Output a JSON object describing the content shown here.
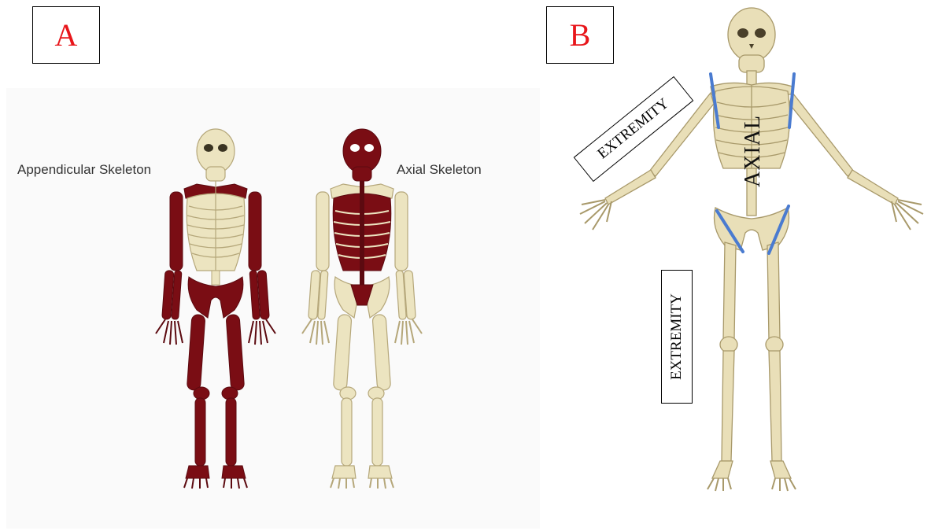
{
  "panels": {
    "a": {
      "label": "A"
    },
    "b": {
      "label": "B"
    }
  },
  "captions": {
    "appendicular": "Appendicular Skeleton",
    "axial": "Axial Skeleton"
  },
  "annotations": {
    "extremity_upper": "EXTREMITY",
    "extremity_lower": "EXTREMITY",
    "axial": "AXIAL"
  },
  "colors": {
    "label_red": "#e8161b",
    "bone": "#ece4c0",
    "bone_outline": "#b5a77a",
    "highlight": "#7a0d14",
    "divider_blue": "#4a7bd0"
  }
}
